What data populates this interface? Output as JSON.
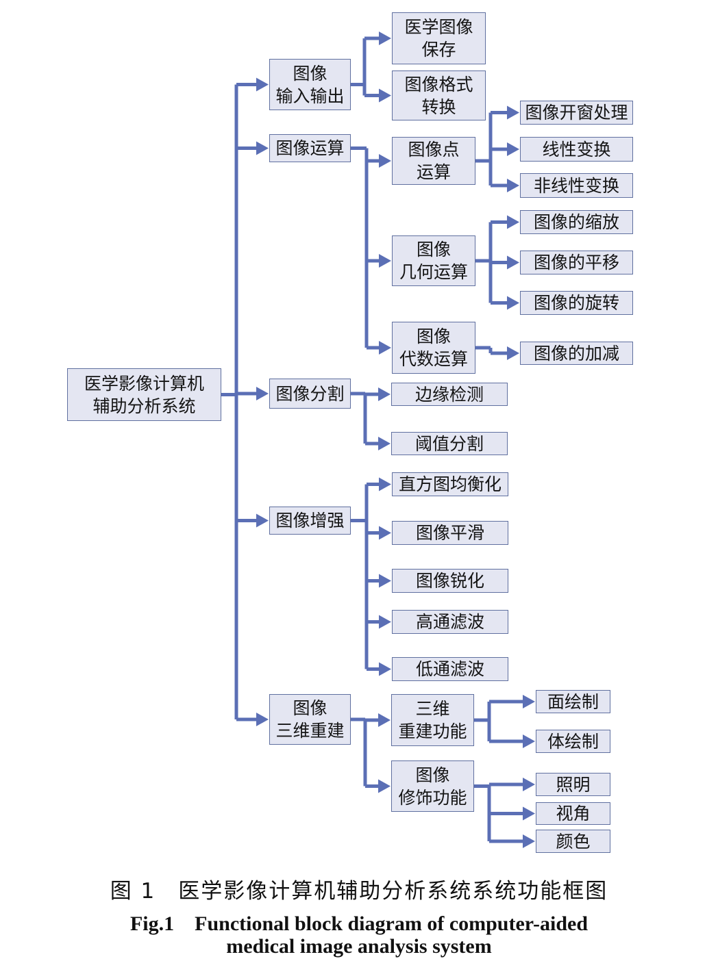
{
  "colors": {
    "line": "#5b6fb5",
    "box_fill": "#e4e6f2",
    "box_border": "#5f6f9f",
    "text": "#141414"
  },
  "nodes": {
    "root": [
      "医学影像计算机",
      "辅助分析系统"
    ],
    "io": [
      "图像",
      "输入输出"
    ],
    "op": [
      "图像运算"
    ],
    "seg": [
      "图像分割"
    ],
    "enh": [
      "图像增强"
    ],
    "recon": [
      "图像",
      "三维重建"
    ],
    "save": [
      "医学图像",
      "保存"
    ],
    "fmt": [
      "图像格式",
      "转换"
    ],
    "point": [
      "图像点",
      "运算"
    ],
    "geo": [
      "图像",
      "几何运算"
    ],
    "alg": [
      "图像",
      "代数运算"
    ],
    "window": [
      "图像开窗处理"
    ],
    "linear": [
      "线性变换"
    ],
    "nonlinear": [
      "非线性变换"
    ],
    "scale": [
      "图像的缩放"
    ],
    "translate": [
      "图像的平移"
    ],
    "rotate": [
      "图像的旋转"
    ],
    "addsub": [
      "图像的加减"
    ],
    "edge": [
      "边缘检测"
    ],
    "thresh": [
      "阈值分割"
    ],
    "hist": [
      "直方图均衡化"
    ],
    "smooth": [
      "图像平滑"
    ],
    "sharpen": [
      "图像锐化"
    ],
    "highpass": [
      "高通滤波"
    ],
    "lowpass": [
      "低通滤波"
    ],
    "recon3d": [
      "三维",
      "重建功能"
    ],
    "decor": [
      "图像",
      "修饰功能"
    ],
    "surface": [
      "面绘制"
    ],
    "volume": [
      "体绘制"
    ],
    "lighting": [
      "照明"
    ],
    "view": [
      "视角"
    ],
    "color": [
      "颜色"
    ]
  },
  "caption": {
    "cn": "图 1　医学影像计算机辅助分析系统系统功能框图",
    "en_line1": "Fig.1　Functional block diagram of computer-aided",
    "en_line2": "medical image analysis system"
  }
}
